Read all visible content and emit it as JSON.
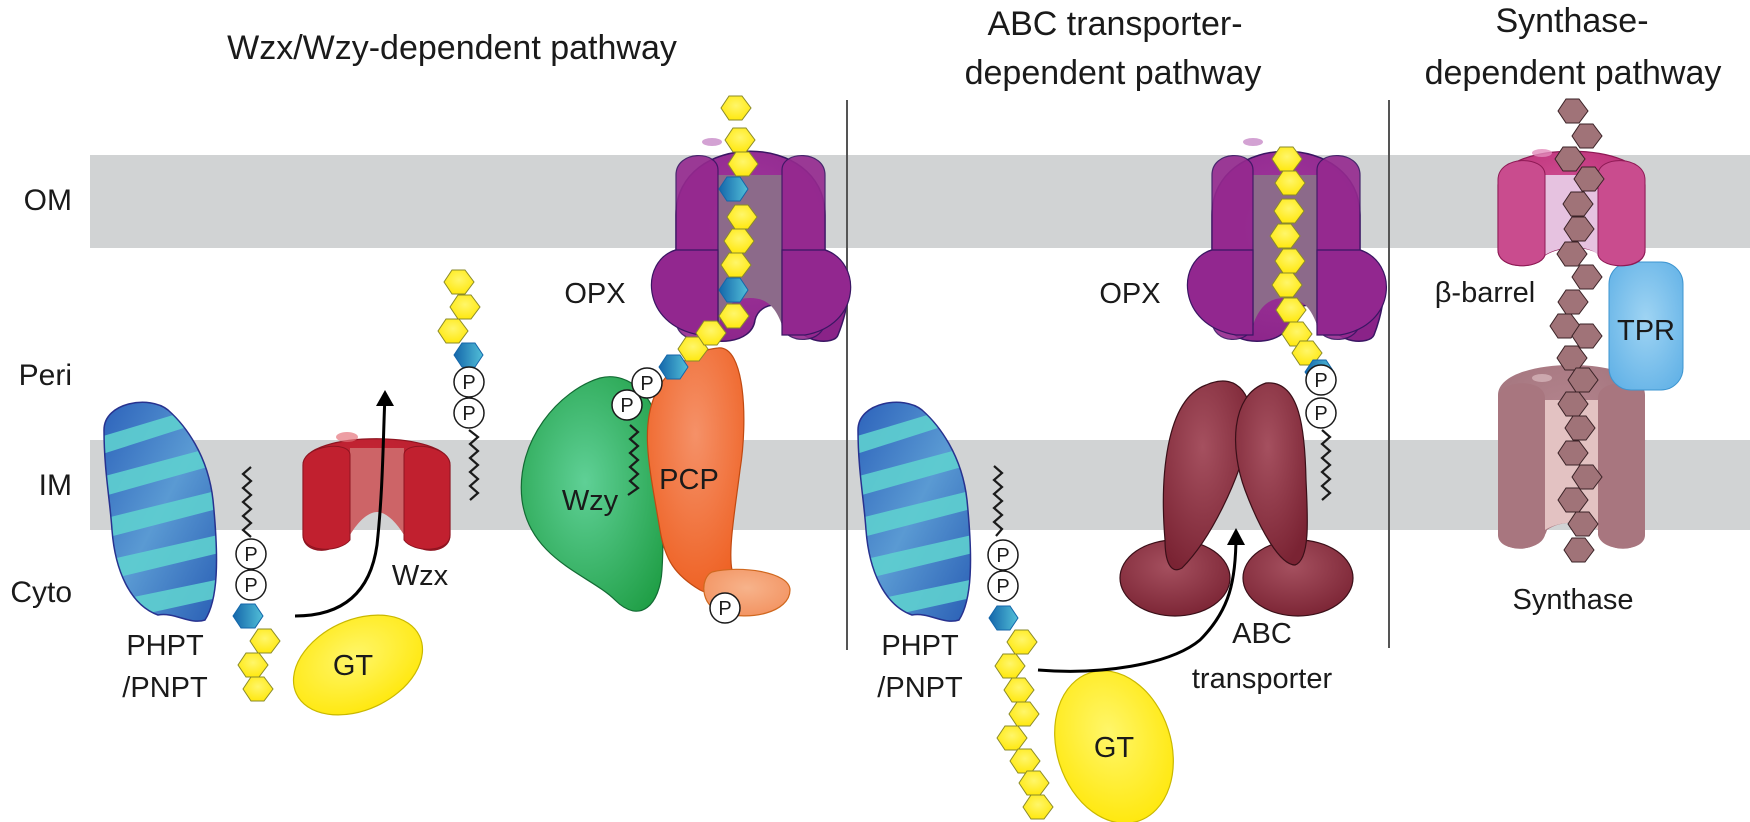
{
  "titles": {
    "wzx": "Wzx/Wzy-dependent pathway",
    "abc_line1": "ABC transporter-",
    "abc_line2": "dependent pathway",
    "syn_line1": "Synthase-",
    "syn_line2": "dependent pathway"
  },
  "compartments": {
    "om": "OM",
    "peri": "Peri",
    "im": "IM",
    "cyto": "Cyto"
  },
  "proteins": {
    "phpt1_line1": "PHPT",
    "phpt1_line2": "/PNPT",
    "gt1": "GT",
    "wzx": "Wzx",
    "opx1": "OPX",
    "wzy": "Wzy",
    "pcp": "PCP",
    "phpt2_line1": "PHPT",
    "phpt2_line2": "/PNPT",
    "gt2": "GT",
    "abc_line1": "ABC",
    "abc_line2": "transporter",
    "opx2": "OPX",
    "beta_barrel": "β-barrel",
    "tpr": "TPR",
    "synthase": "Synthase"
  },
  "phosphate_label": "P",
  "colors": {
    "membrane": "#d1d3d4",
    "sugar_yellow": "#fff200",
    "sugar_blue": "#1b75bb",
    "opx_purple": "#92278f",
    "wzx_red": "#be1e2d",
    "pcp_orange": "#f26522",
    "wzy_green": "#2bb04a",
    "phpt_blue": "#2e6fbf",
    "phpt_stripe": "#5fd0d0",
    "abc_maroon": "#7a1f2e",
    "beta_barrel_pink": "#c2307a",
    "tpr_blue": "#6ab8ea",
    "synthase_mauve": "#a8767f",
    "polymer_mauve": "#a07378"
  }
}
